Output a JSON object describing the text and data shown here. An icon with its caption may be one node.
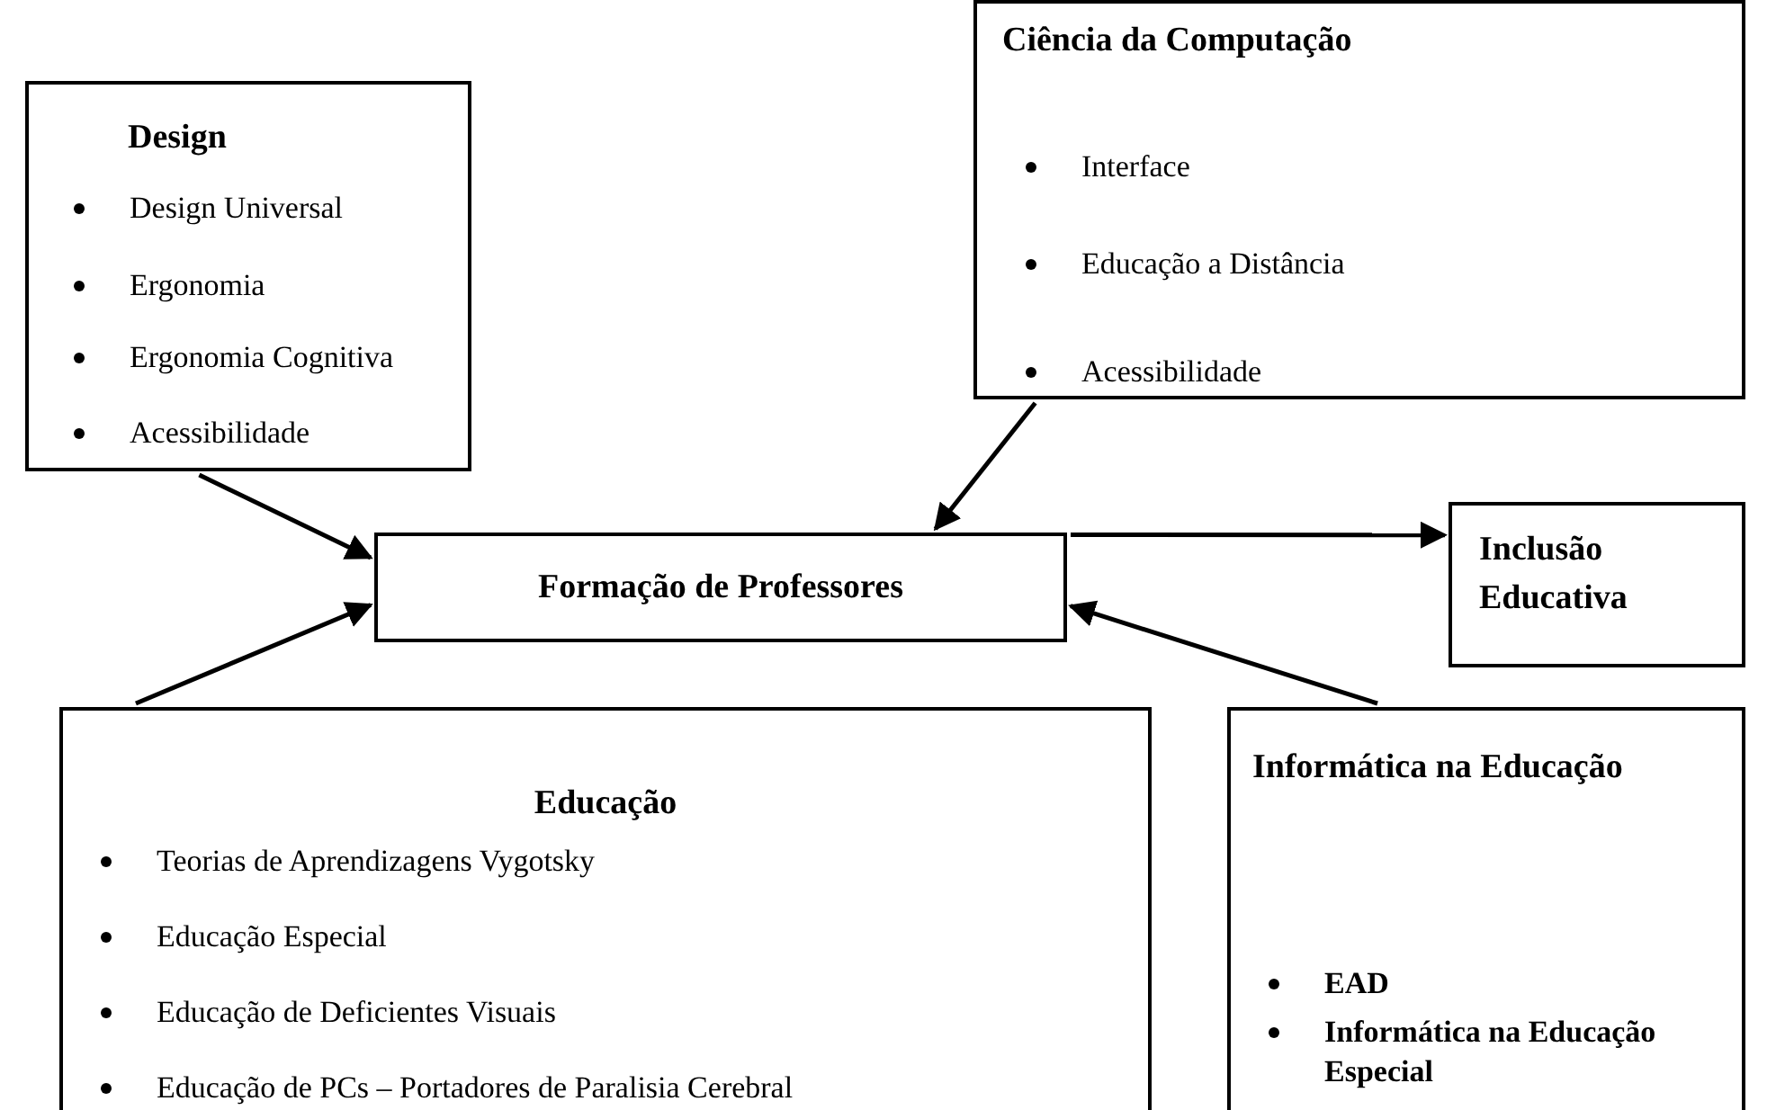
{
  "diagram": {
    "nodes": [
      {
        "text": [
          "Design",
          "Design Universal",
          "Ergonomia",
          "Ergonomia Cognitiva",
          "Acessibilidade"
        ]
      },
      {
        "text": [
          "Ciência da Computação",
          "Interface",
          "Educação a Distância",
          "Acessibilidade"
        ]
      },
      {
        "text": [
          "Formação de Professores"
        ]
      },
      {
        "text": [
          "Inclusão Educativa"
        ]
      },
      {
        "text": [
          "Educação",
          "Teorias de Aprendizagens Vygotsky",
          "Educação Especial",
          "Educação de Deficientes Visuais",
          "Educação de PCs – Portadores de Paralisia Cerebral"
        ]
      },
      {
        "text": [
          "Informática na Educação",
          "EAD",
          "Informática na Educação Especial"
        ]
      }
    ],
    "edges": [
      {
        "from": 0,
        "to": 2,
        "arrow": "to"
      },
      {
        "from": 1,
        "to": 2,
        "arrow": "to"
      },
      {
        "from": 2,
        "to": 3,
        "arrow": "to"
      },
      {
        "from": 4,
        "to": 2,
        "arrow": "to"
      },
      {
        "from": 5,
        "to": 2,
        "arrow": "to"
      }
    ]
  }
}
